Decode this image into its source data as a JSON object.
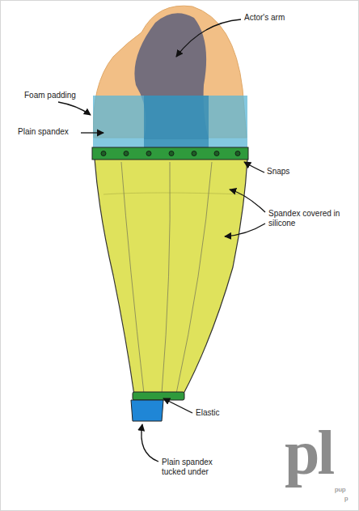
{
  "diagram": {
    "labels": [
      "Actor's arm",
      "Foam padding",
      "Plain spandex",
      "Snaps",
      "Spandex covered in silicone",
      "Elastic",
      "Plain spandex tucked under",
      "pl",
      "pup",
      "p"
    ]
  }
}
